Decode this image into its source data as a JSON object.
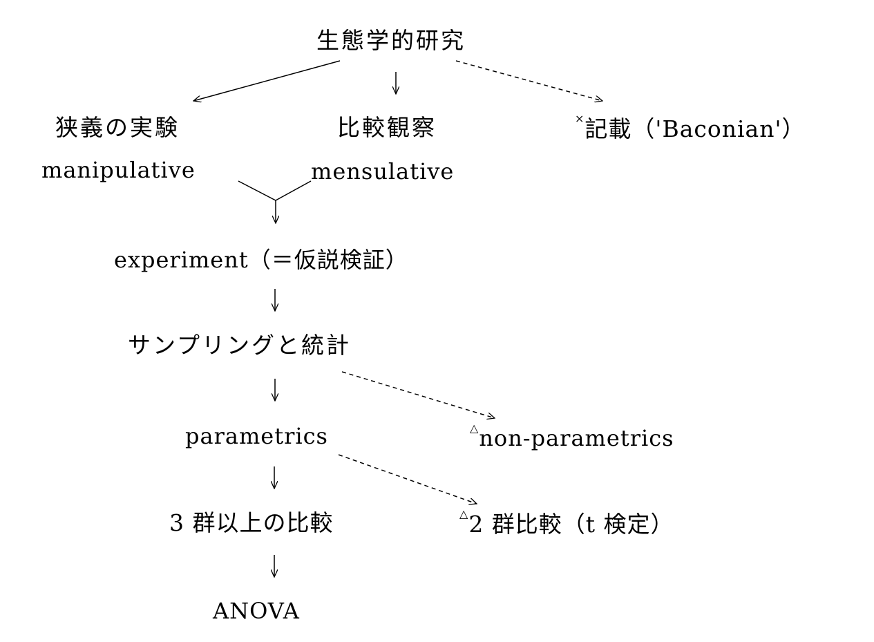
{
  "nodes": {
    "root": "生態学的研究",
    "narrow_experiment": "狭義の実験",
    "comparative_observation": "比較観察",
    "description_mark": "×",
    "description": "記載（'Baconian'）",
    "manipulative": "manipulative",
    "mensulative": "mensulative",
    "experiment": "experiment（＝仮説検証）",
    "sampling_statistics": "サンプリングと統計",
    "parametrics": "parametrics",
    "nonparametric_mark": "△",
    "nonparametrics": "non-parametrics",
    "three_group": "3 群以上の比較",
    "two_group_mark": "△",
    "two_group": "2 群比較（t 検定）",
    "anova": "ANOVA"
  }
}
